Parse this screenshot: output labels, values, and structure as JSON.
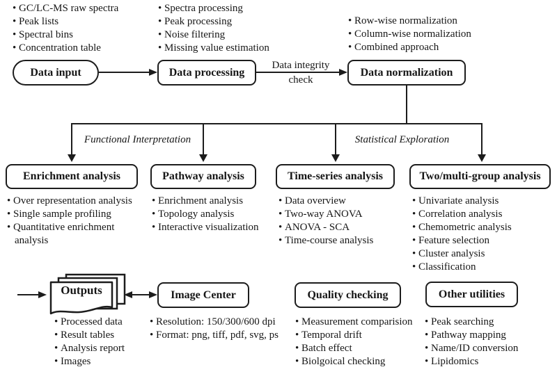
{
  "nodes": {
    "data_input": "Data input",
    "data_processing": "Data processing",
    "data_normalization": "Data normalization",
    "enrichment_analysis": "Enrichment analysis",
    "pathway_analysis": "Pathway analysis",
    "time_series_analysis": "Time-series analysis",
    "multi_group_analysis": "Two/multi-group analysis",
    "outputs": "Outputs",
    "image_center": "Image Center",
    "quality_checking": "Quality checking",
    "other_utilities": "Other utilities"
  },
  "edge_labels": {
    "data_integrity_line1": "Data integrity",
    "data_integrity_line2": "check"
  },
  "branch_labels": {
    "functional": "Functional Interpretation",
    "statistical": "Statistical Exploration"
  },
  "lists": {
    "data_input": [
      "GC/LC-MS raw spectra",
      "Peak lists",
      "Spectral bins",
      "Concentration table"
    ],
    "data_processing": [
      "Spectra processing",
      "Peak processing",
      "Noise filtering",
      "Missing value estimation"
    ],
    "data_normalization": [
      "Row-wise normalization",
      "Column-wise normalization",
      "Combined approach"
    ],
    "enrichment_analysis": [
      "Over representation analysis",
      "Single sample profiling",
      "Quantitative enrichment analysis"
    ],
    "pathway_analysis": [
      "Enrichment analysis",
      "Topology analysis",
      "Interactive visualization"
    ],
    "time_series_analysis": [
      "Data overview",
      "Two-way ANOVA",
      "ANOVA - SCA",
      "Time-course analysis"
    ],
    "multi_group_analysis": [
      "Univariate analysis",
      "Correlation analysis",
      "Chemometric analysis",
      "Feature selection",
      "Cluster analysis",
      "Classification"
    ],
    "outputs": [
      "Processed data",
      "Result tables",
      "Analysis report",
      "Images"
    ],
    "image_center": [
      "Resolution: 150/300/600 dpi",
      "Format: png, tiff, pdf, svg, ps"
    ],
    "quality_checking": [
      "Measurement comparision",
      "Temporal drift",
      "Batch effect",
      "Biolgoical checking"
    ],
    "other_utilities": [
      "Peak searching",
      "Pathway mapping",
      "Name/ID conversion",
      "Lipidomics"
    ]
  },
  "colors": {
    "ink": "#1c1c1c",
    "background": "#ffffff"
  }
}
